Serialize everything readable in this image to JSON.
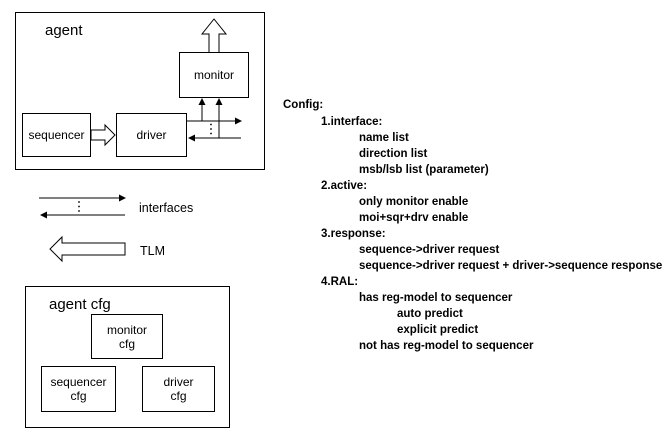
{
  "agent": {
    "title": "agent",
    "monitor": "monitor",
    "sequencer": "sequencer",
    "driver": "driver"
  },
  "legend": {
    "interfaces": "interfaces",
    "tlm": "TLM"
  },
  "agent_cfg": {
    "title": "agent cfg",
    "monitor_cfg": [
      "monitor",
      "cfg"
    ],
    "sequencer_cfg": [
      "sequencer",
      "cfg"
    ],
    "driver_cfg": [
      "driver",
      "cfg"
    ]
  },
  "config": {
    "heading": "Config:",
    "lines": [
      "1.interface:",
      "name list",
      "direction list",
      "msb/lsb list  (parameter)",
      "2.active:",
      "only monitor enable",
      "moi+sqr+drv enable",
      "3.response:",
      "sequence->driver request",
      "sequence->driver request + driver->sequence response",
      "4.RAL:",
      "has reg-model to sequencer",
      "auto predict",
      "explicit predict",
      "not has reg-model to sequencer"
    ]
  }
}
